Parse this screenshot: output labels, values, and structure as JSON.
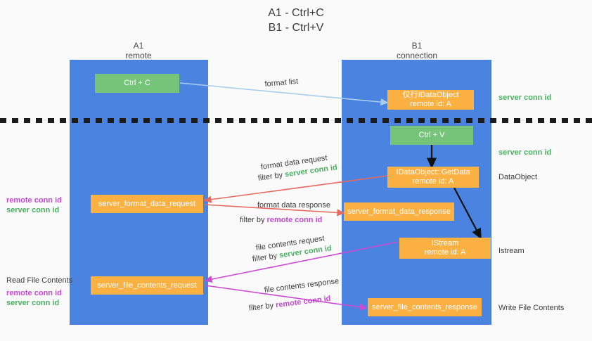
{
  "title": {
    "line1": "A1 - Ctrl+C",
    "line2": "B1 - Ctrl+V"
  },
  "columns": [
    {
      "name": "A1",
      "sub": "remote"
    },
    {
      "name": "B1",
      "sub": "connection"
    }
  ],
  "nodes": [
    {
      "id": "ctrl-c",
      "label": "Ctrl + C",
      "type": "green"
    },
    {
      "id": "idataobject",
      "label": "仅行IDataObject\nremote id: A",
      "type": "orange"
    },
    {
      "id": "ctrl-v",
      "label": "Ctrl + V",
      "type": "green"
    },
    {
      "id": "idataobject-getdata",
      "label": "IDataObject::GetData\nremote id: A",
      "type": "orange"
    },
    {
      "id": "server-format-data-request",
      "label": "server_format_data_request",
      "type": "orange"
    },
    {
      "id": "server-format-data-response",
      "label": "server_format_data_response",
      "type": "orange"
    },
    {
      "id": "istream",
      "label": "IStream\nremote id: A",
      "type": "orange"
    },
    {
      "id": "server-file-contents-request",
      "label": "server_file_contents_request",
      "type": "orange"
    },
    {
      "id": "server-file-contents-response",
      "label": "server_file_contents_response",
      "type": "orange"
    }
  ],
  "right_labels": [
    {
      "id": "server-conn-id-1",
      "text": "server conn id",
      "style": "green"
    },
    {
      "id": "server-conn-id-2",
      "text": "server conn id",
      "style": "green"
    },
    {
      "id": "dataobject",
      "text": "DataObject",
      "style": "plain"
    },
    {
      "id": "istream",
      "text": "Istream",
      "style": "plain"
    },
    {
      "id": "write-file",
      "text": "Write File Contents",
      "style": "plain"
    }
  ],
  "left_labels": [
    {
      "id": "remote-conn-id-1",
      "text": "remote conn id",
      "style": "purple"
    },
    {
      "id": "server-conn-id-1",
      "text": "server conn id",
      "style": "green"
    },
    {
      "id": "read-file",
      "text": "Read File Contents",
      "style": "plain"
    },
    {
      "id": "remote-conn-id-2",
      "text": "remote conn id",
      "style": "purple"
    },
    {
      "id": "server-conn-id-2",
      "text": "server conn id",
      "style": "green"
    }
  ],
  "edge_labels": {
    "format_list": "format list",
    "format_data_request": "format data request",
    "format_data_request_filter_prefix": "filter by ",
    "format_data_request_filter_value": "server conn id",
    "format_data_response": "format data response",
    "format_data_response_filter_prefix": "filter by ",
    "format_data_response_filter_value": "remote conn id",
    "file_contents_request": "file contents request",
    "file_contents_request_filter_prefix": "filter by ",
    "file_contents_request_filter_value": "server conn id",
    "file_contents_response": "file contents response",
    "file_contents_response_filter_prefix": "filter by ",
    "file_contents_response_filter_value": "remote conn id"
  },
  "colors": {
    "lane": "#4a84e0",
    "node_orange": "#fbb042",
    "node_green": "#76c47a",
    "green_text": "#4caf62",
    "purple_text": "#c44ad0",
    "red_arrow": "#e8685e",
    "magenta_arrow": "#cc4ad4",
    "light_blue_arrow": "#a8cdee",
    "black_arrow": "#111111",
    "background": "#fafafa"
  }
}
